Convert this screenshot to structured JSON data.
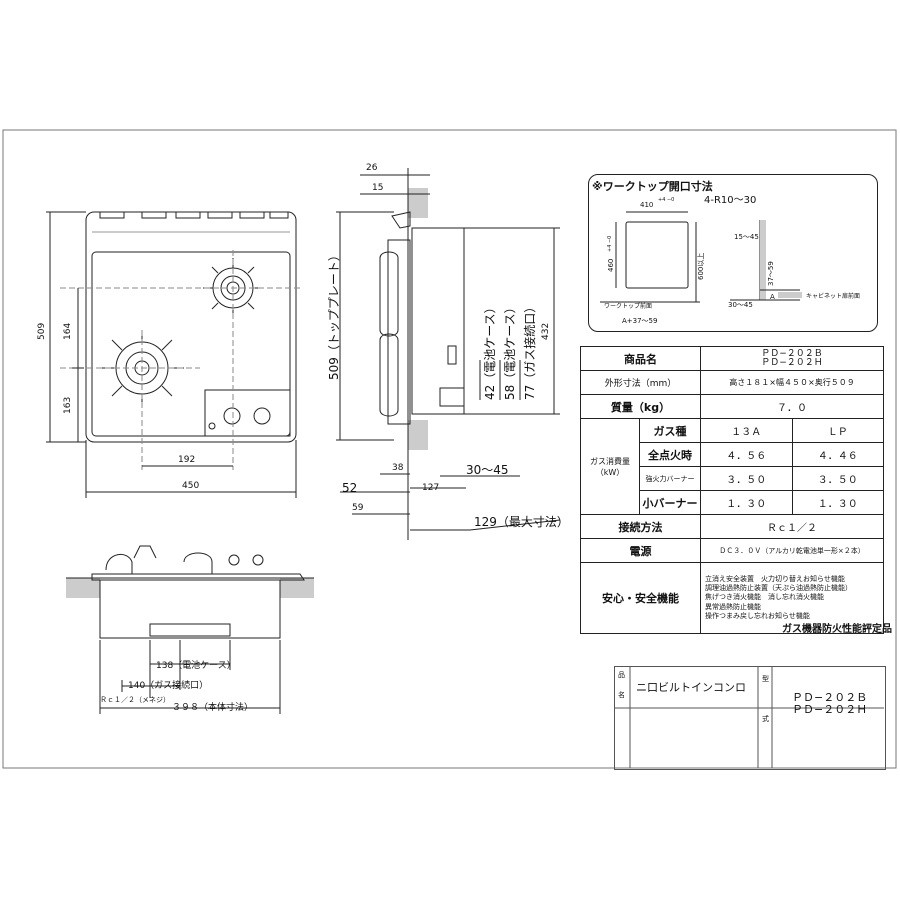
{
  "front_view": {
    "dim_total_height": "509",
    "dim_upper_burner": "164",
    "dim_lower_burner": "163",
    "dim_burner_offset": "192",
    "dim_width": "450"
  },
  "side_view": {
    "dim_top": "26",
    "dim_step": "15",
    "dim_top_plate": "509（トッププレート）",
    "dim_depth": "432",
    "dim_battery": "42（電池ケース）",
    "dim_battery2": "58（電池ケース）",
    "dim_gas": "77（ガス接続口）",
    "dim_52": "52",
    "dim_59": "59",
    "dim_38": "38",
    "dim_127": "127",
    "dim_range": "30〜45",
    "dim_max": "129（最大寸法）"
  },
  "bottom_view": {
    "dim_battery_case": "138（電池ケース）",
    "dim_gas_port": "140（ガス接続口）",
    "dim_thread": "Ｒｃ１／２（メネジ）",
    "dim_body": "３９８（本体寸法）"
  },
  "worktop": {
    "title": "※ワークトップ開口寸法",
    "radius": "4-R10〜30",
    "w": "410",
    "w_tol": "+4 −0",
    "h": "460",
    "h_tol": "+4 −0",
    "min_depth": "600以上",
    "front_label": "ワークトップ前面",
    "a_label": "A+37〜59",
    "side1": "15〜45",
    "side2": "37〜59",
    "side3": "30〜45",
    "a_mark": "A",
    "cabinet_label": "キャビネット扉前面"
  },
  "spec": {
    "product_label": "商品名",
    "product_value1": "ＰＤ−２０２Ｂ",
    "product_value2": "ＰＤ−２０２Ｈ",
    "size_label": "外形寸法（mm）",
    "size_value": "高さ１８１×幅４５０×奥行５０９",
    "weight_label": "質量（kg）",
    "weight_value": "７．０",
    "gas_label": "ガス消費量\n（kW）",
    "gas_type_label": "ガス種",
    "gas_13a": "１３Ａ",
    "gas_lp": "ＬＰ",
    "full_label": "全点火時",
    "full_13a": "４．５６",
    "full_lp": "４．４６",
    "strong_label": "強火力バーナー",
    "strong_13a": "３．５０",
    "strong_lp": "３．５０",
    "small_label": "小バーナー",
    "small_13a": "１．３０",
    "small_lp": "１．３０",
    "conn_label": "接続方法",
    "conn_value": "Ｒｃ１／２",
    "power_label": "電源",
    "power_value": "ＤＣ３．０Ｖ（アルカリ乾電池単一形×２本）",
    "safety_label": "安心・安全機能",
    "safety_1": "立消え安全装置　火力切り替えお知らせ機能",
    "safety_2": "調理油過熱防止装置（天ぷら油過熱防止機能）",
    "safety_3": "焦げつき消火機能　消し忘れ消火機能",
    "safety_4": "異常過熱防止機能",
    "safety_5": "操作つまみ戻し忘れお知らせ機能",
    "note": "ガス機器防火性能評定品"
  },
  "title_block": {
    "name_label1": "品",
    "name_label2": "名",
    "name_value": "ニ口ビルトインコンロ",
    "model_label1": "型",
    "model_label2": "式",
    "model_value1": "ＰＤ−２０２Ｂ",
    "model_value2": "ＰＤ−２０２Ｈ"
  }
}
